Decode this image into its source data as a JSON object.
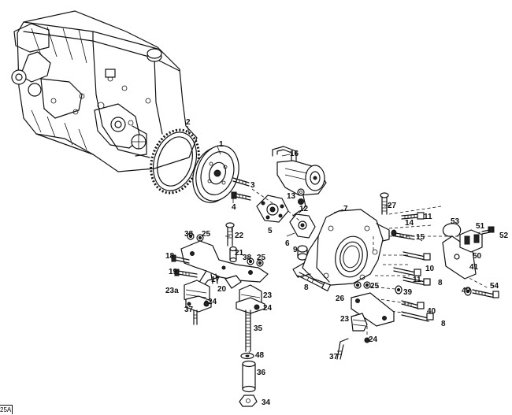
{
  "figure_ref": "25A",
  "callouts": [
    "1",
    "2",
    "3",
    "4",
    "5",
    "6",
    "7",
    "8",
    "9",
    "10",
    "11",
    "12",
    "13",
    "14",
    "15",
    "16",
    "17",
    "18",
    "19",
    "20",
    "21",
    "22",
    "23",
    "23a",
    "24",
    "25",
    "26",
    "27",
    "34",
    "35",
    "36",
    "37",
    "38",
    "39",
    "40",
    "41",
    "48",
    "49",
    "50",
    "51",
    "52",
    "53",
    "54"
  ]
}
